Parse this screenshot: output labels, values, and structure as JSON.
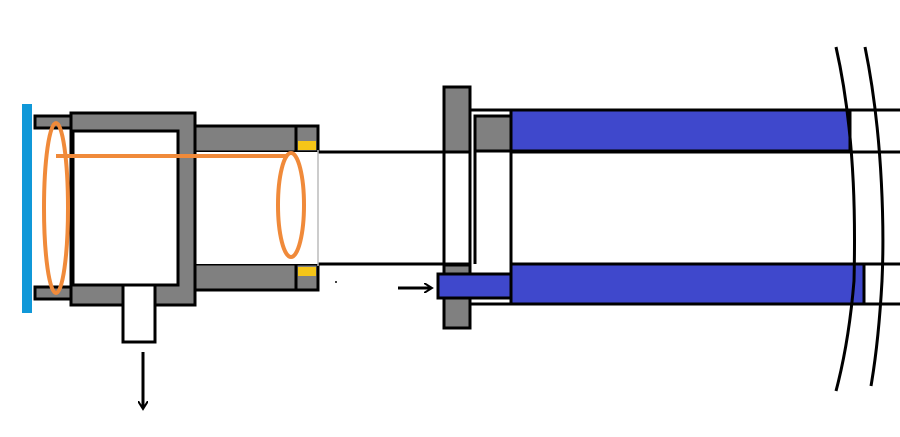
{
  "diagram": {
    "colors": {
      "background": "#ffffff",
      "outline": "#000000",
      "housing_gray": "#808080",
      "window_blue": "#1098d8",
      "loop_orange": "#f08a3a",
      "seal_yellow": "#f5c518",
      "tube_blue": "#3f48cc"
    },
    "parts": [
      "window-plate",
      "window-holder-bracket",
      "main-housing",
      "outlet-port",
      "coupling-sleeve",
      "yellow-seals",
      "orange-loop-coil",
      "axial-bore-lines",
      "flange",
      "entry-block",
      "blue-tube-wall",
      "break-marks"
    ],
    "arrows": [
      {
        "name": "outlet-flow-arrow",
        "direction": "down"
      },
      {
        "name": "inlet-flow-arrow",
        "direction": "right"
      }
    ]
  }
}
